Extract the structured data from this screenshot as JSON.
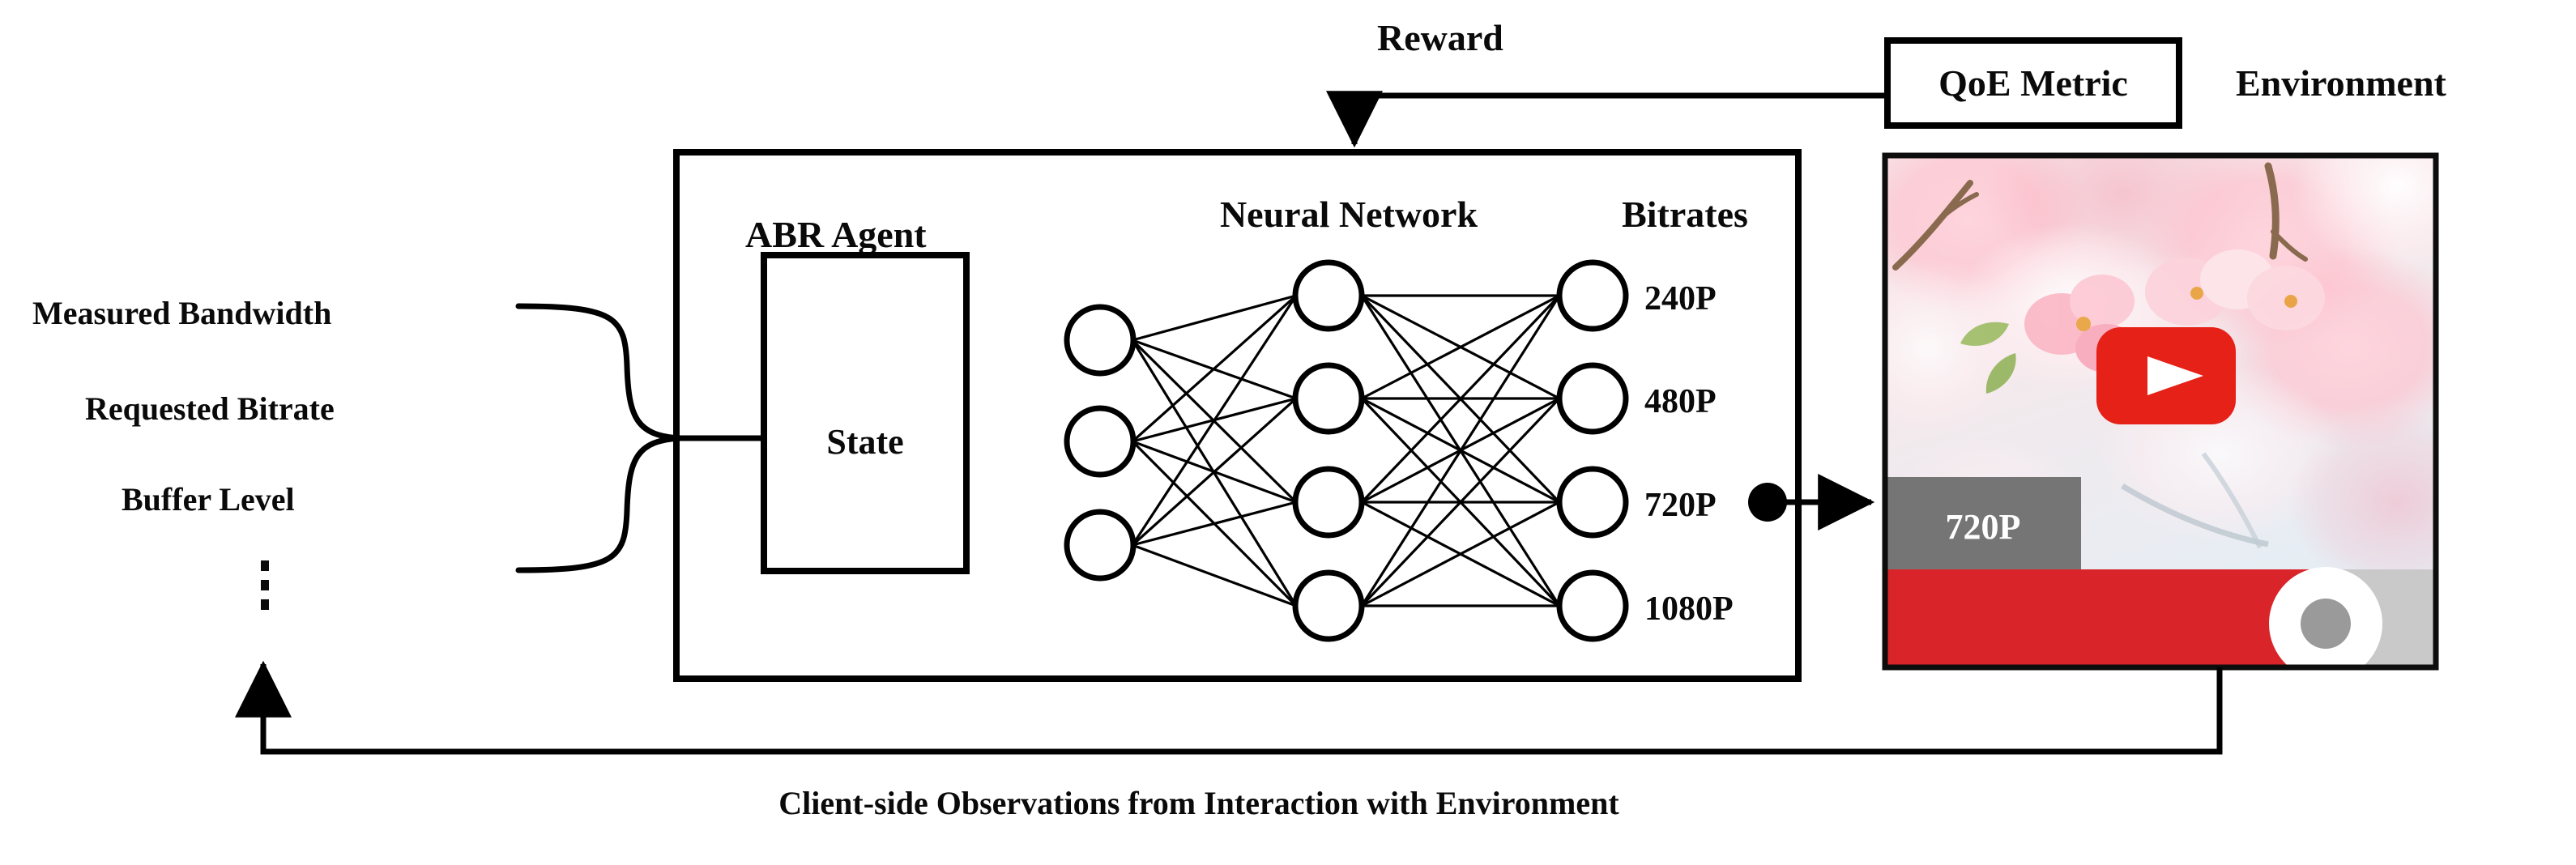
{
  "figure": {
    "caption": "Client-side Observations from Interaction with Environment",
    "reward_label": "Reward",
    "environment_label": "Environment"
  },
  "state_inputs": {
    "items": [
      {
        "label": "Measured Bandwidth"
      },
      {
        "label": "Requested Bitrate"
      },
      {
        "label": "Buffer Level"
      }
    ],
    "ellipsis": "⋮"
  },
  "agent": {
    "title": "ABR Agent",
    "state_box_label": "State",
    "network_title": "Neural Network",
    "bitrates_title": "Bitrates"
  },
  "bitrates": {
    "options": [
      {
        "label": "240P",
        "selected": false
      },
      {
        "label": "480P",
        "selected": false
      },
      {
        "label": "720P",
        "selected": true
      },
      {
        "label": "1080P",
        "selected": false
      }
    ],
    "selected_label": "720P"
  },
  "qoe": {
    "box_label": "QoE Metric"
  },
  "player": {
    "quality_badge": "720P",
    "play_button": "play-icon",
    "progress_percent": 80,
    "thumbnail_subject": "cherry-blossom"
  },
  "network": {
    "input_count": 3,
    "hidden_count": 4,
    "output_count": 4
  },
  "colors": {
    "line": "#000000",
    "play_red": "#e62117",
    "progress_red": "#d9252a",
    "progress_track": "#c9c9c9",
    "quality_chip": "#757575",
    "knob_inner": "#9a9a9a"
  }
}
